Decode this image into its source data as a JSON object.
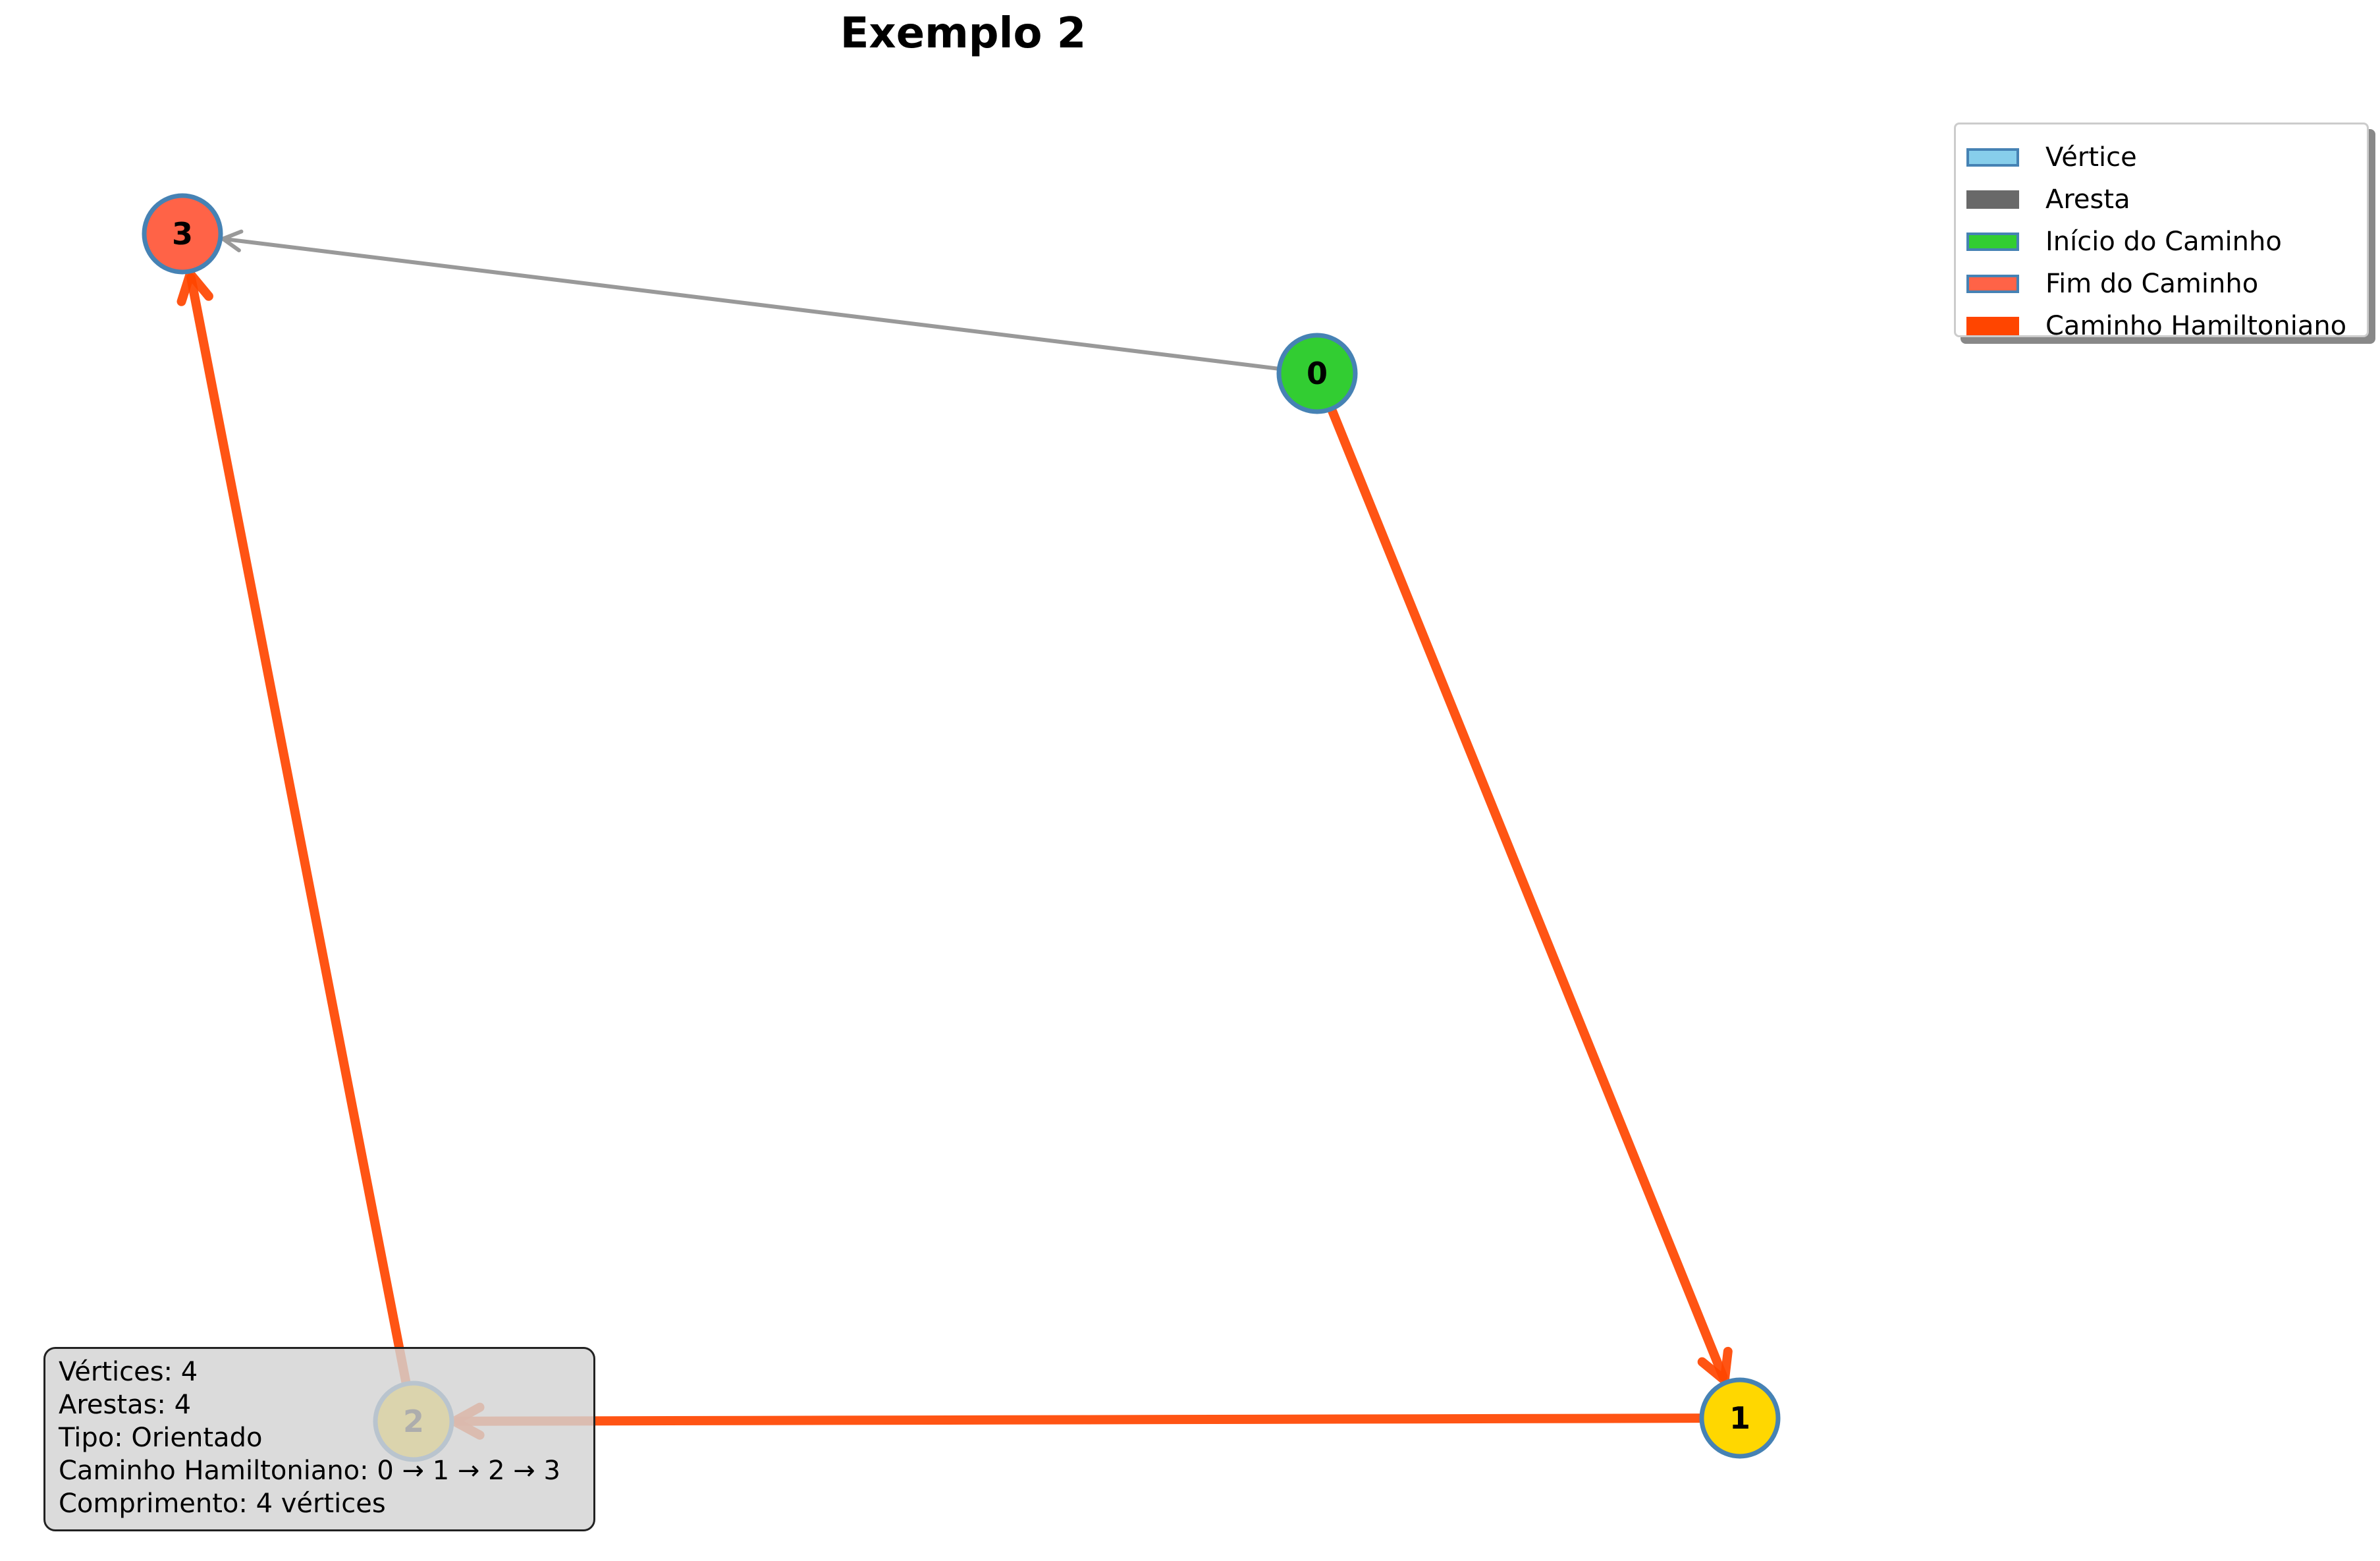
{
  "title": "Exemplo 2",
  "legend": [
    {
      "label": "Vértice",
      "fill": "#87ceeb",
      "border": "#4682b4"
    },
    {
      "label": "Aresta",
      "fill": "#696969",
      "border": "#696969"
    },
    {
      "label": "Início do Caminho",
      "fill": "#32cd32",
      "border": "#4682b4"
    },
    {
      "label": "Fim do Caminho",
      "fill": "#ff6347",
      "border": "#4682b4"
    },
    {
      "label": "Caminho Hamiltoniano",
      "fill": "#ff4500",
      "border": "#ff4500"
    }
  ],
  "info": {
    "vertices": "Vértices: 4",
    "edges": "Arestas: 4",
    "type": "Tipo: Orientado",
    "path": "Caminho Hamiltoniano: 0 → 1 → 2 → 3",
    "length": "Comprimento: 4 vértices"
  },
  "nodes": [
    {
      "id": "0",
      "label": "0",
      "color": "#32cd32"
    },
    {
      "id": "1",
      "label": "1",
      "color": "#ffd700"
    },
    {
      "id": "2",
      "label": "2",
      "color": "#ffd700"
    },
    {
      "id": "3",
      "label": "3",
      "color": "#ff6347"
    }
  ],
  "edges": [
    {
      "from": "0",
      "to": "3",
      "hamiltonian": false
    },
    {
      "from": "0",
      "to": "1",
      "hamiltonian": true
    },
    {
      "from": "1",
      "to": "2",
      "hamiltonian": true
    },
    {
      "from": "2",
      "to": "3",
      "hamiltonian": true
    }
  ],
  "colors": {
    "edge": "#999999",
    "path": "#ff4500",
    "node_border": "#4682b4",
    "label": "#000000"
  }
}
